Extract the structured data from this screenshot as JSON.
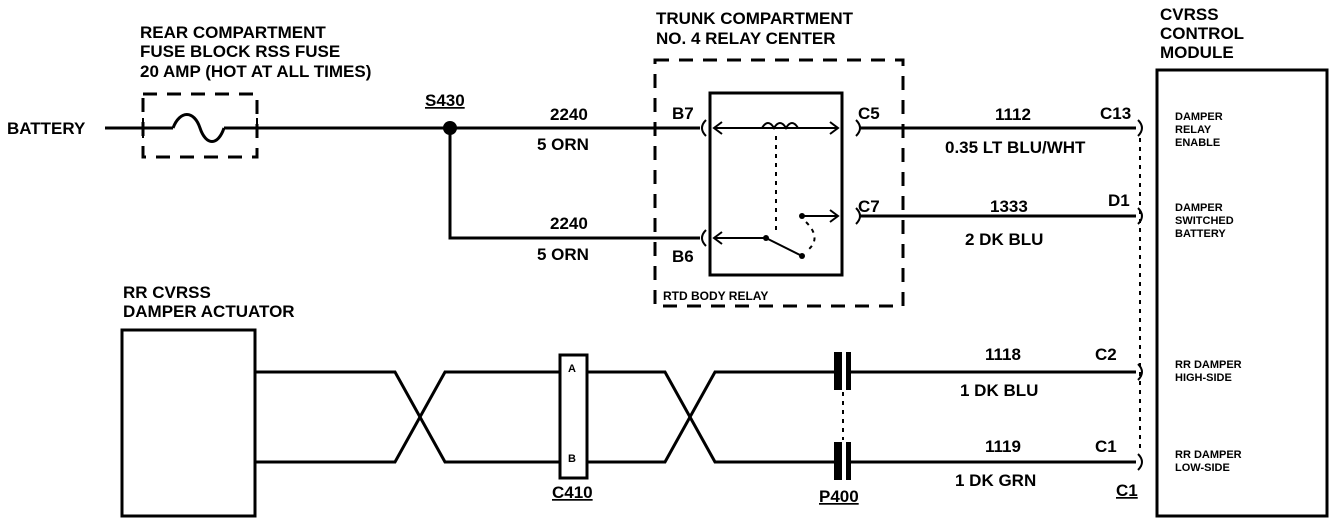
{
  "fuse": {
    "line1": "REAR COMPARTMENT",
    "line2": "FUSE BLOCK RSS FUSE",
    "line3": "20 AMP (HOT AT ALL TIMES)"
  },
  "battery_label": "BATTERY",
  "splice": "S430",
  "relay_center": {
    "line1": "TRUNK COMPARTMENT",
    "line2": "NO. 4 RELAY CENTER",
    "relay_name": "RTD BODY RELAY",
    "pins": {
      "b7": "B7",
      "b6": "B6",
      "c5": "C5",
      "c7": "C7"
    }
  },
  "wires": {
    "upper_2240": {
      "circuit": "2240",
      "color": "5 ORN"
    },
    "lower_2240": {
      "circuit": "2240",
      "color": "5 ORN"
    },
    "w1112": {
      "circuit": "1112",
      "color": "0.35 LT BLU/WHT"
    },
    "w1333": {
      "circuit": "1333",
      "color": "2 DK BLU"
    },
    "w1118": {
      "circuit": "1118",
      "color": "1 DK BLU"
    },
    "w1119": {
      "circuit": "1119",
      "color": "1 DK GRN"
    }
  },
  "module": {
    "line1": "CVRSS",
    "line2": "CONTROL",
    "line3": "MODULE",
    "pins": {
      "c13": "C13",
      "d1": "D1",
      "c2": "C2",
      "c1": "C1"
    },
    "connector_label": "C1",
    "terminals": {
      "relay_enable": [
        "DAMPER",
        "RELAY",
        "ENABLE"
      ],
      "switched_battery": [
        "DAMPER",
        "SWITCHED",
        "BATTERY"
      ],
      "high_side": [
        "RR DAMPER",
        "HIGH-SIDE"
      ],
      "low_side": [
        "RR DAMPER",
        "LOW-SIDE"
      ]
    }
  },
  "actuator": {
    "line1": "RR CVRSS",
    "line2": "DAMPER ACTUATOR"
  },
  "connector_c410": {
    "label": "C410",
    "pin_a": "A",
    "pin_b": "B"
  },
  "connector_p400": {
    "label": "P400"
  }
}
